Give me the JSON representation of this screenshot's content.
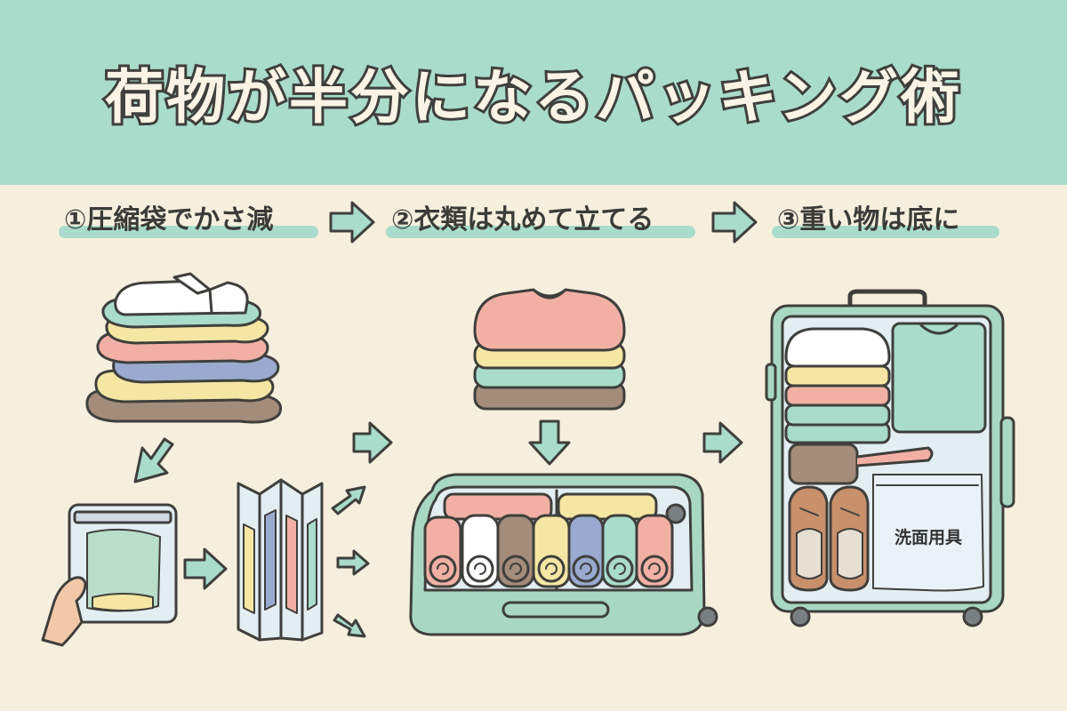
{
  "title": "荷物が半分になるパッキング術",
  "steps": [
    {
      "label": "①圧縮袋でかさ減"
    },
    {
      "label": "②衣類は丸めて立てる"
    },
    {
      "label": "③重い物は底に"
    }
  ],
  "toiletry_bag_label": "洗面用具",
  "colors": {
    "header": "#a9dccb",
    "background": "#f7efde",
    "highlight": "#a9dccb",
    "arrow": "#a9dccb",
    "outline": "#3f3f3c",
    "suitcase": "#a8d8c4",
    "pink": "#f2b0a4",
    "yellow": "#f5e6a3",
    "mint": "#a9dccb",
    "blue": "#9aaacf",
    "brown": "#a48c7a",
    "white": "#ffffff"
  }
}
